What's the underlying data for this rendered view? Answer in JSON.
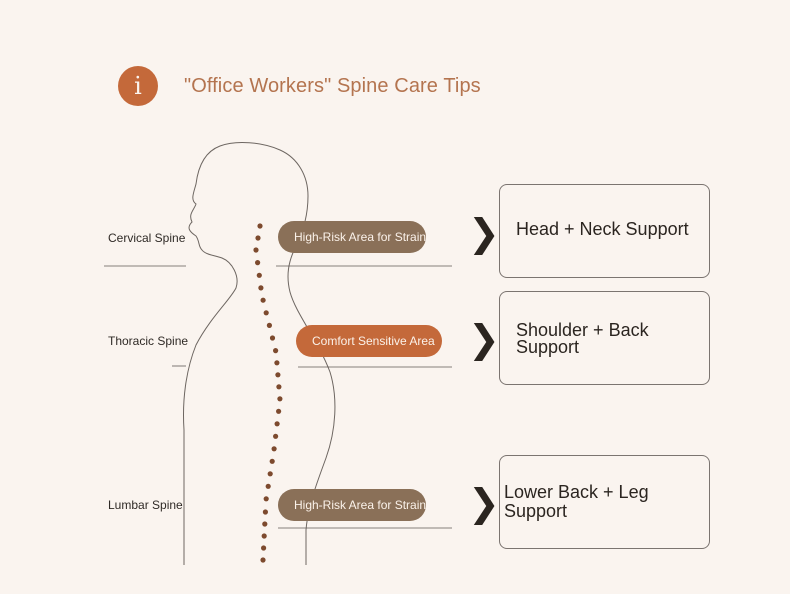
{
  "header": {
    "icon": "info-icon",
    "icon_glyph": "i",
    "title": "\"Office Workers\" Spine Care Tips"
  },
  "regions": [
    {
      "label": "Cervical Spine",
      "tag": "High-Risk Area for Strain",
      "support": "Head + Neck Support"
    },
    {
      "label": "Thoracic Spine",
      "tag": "Comfort Sensitive Area",
      "support": "Shoulder + Back Support"
    },
    {
      "label": "Lumbar Spine",
      "tag": "High-Risk Area for Strain",
      "support": "Lower Back + Leg Support"
    }
  ],
  "colors": {
    "accent": "#c4693a",
    "risk_tag": "#8a7058",
    "background": "#faf4ef"
  }
}
